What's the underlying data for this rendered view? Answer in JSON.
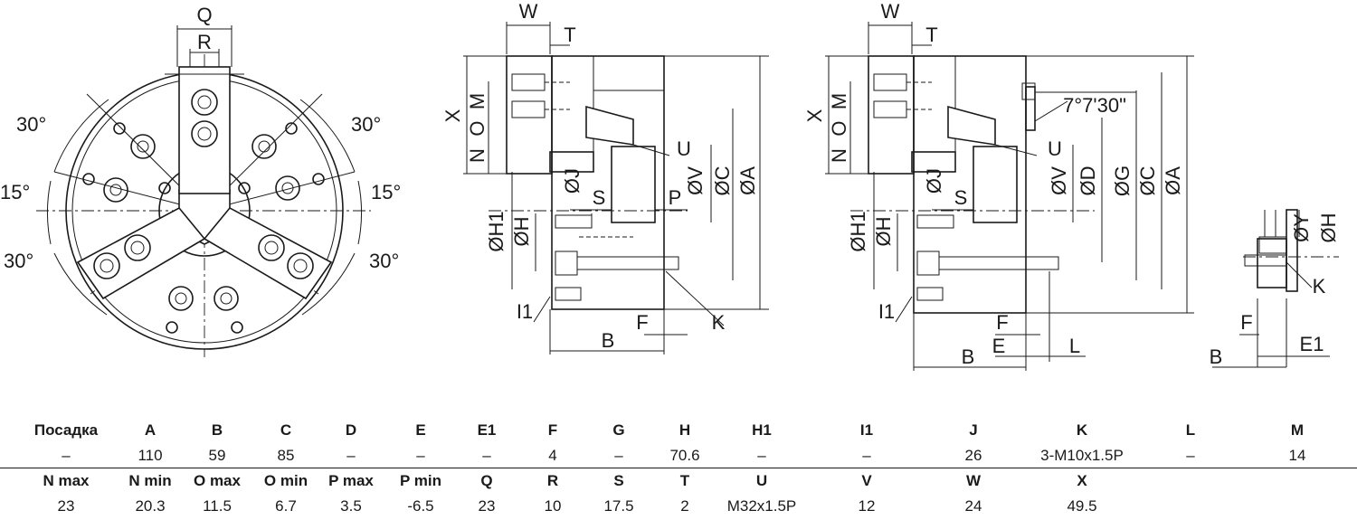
{
  "drawing": {
    "labels": {
      "Q": "Q",
      "R": "R",
      "W": "W",
      "T": "T",
      "X": "X",
      "M": "M",
      "O": "O",
      "N": "N",
      "J": "ØJ",
      "S": "S",
      "P": "P",
      "U": "U",
      "V": "ØV",
      "C": "ØC",
      "A": "ØA",
      "H1": "ØH1",
      "H": "ØH",
      "I1": "I1",
      "B": "B",
      "F": "F",
      "K": "K",
      "angle": "7°7'30\"",
      "D": "ØD",
      "G": "ØG",
      "E": "E",
      "L": "L",
      "Y": "ØY",
      "E1": "E1",
      "a30": "30°",
      "a15": "15°"
    }
  },
  "table": {
    "row1_headers": [
      "Посадка",
      "A",
      "B",
      "C",
      "D",
      "E",
      "E1",
      "F",
      "G",
      "H",
      "H1",
      "I1",
      "J",
      "K",
      "L",
      "M"
    ],
    "row1_values": [
      "–",
      "110",
      "59",
      "85",
      "–",
      "–",
      "–",
      "4",
      "–",
      "70.6",
      "–",
      "–",
      "26",
      "3-M10x1.5P",
      "–",
      "14"
    ],
    "row2_headers": [
      "N max",
      "N min",
      "O max",
      "O min",
      "P max",
      "P min",
      "Q",
      "R",
      "S",
      "T",
      "U",
      "V",
      "W",
      "X"
    ],
    "row2_values": [
      "23",
      "20.3",
      "11.5",
      "6.7",
      "3.5",
      "-6.5",
      "23",
      "10",
      "17.5",
      "2",
      "M32x1.5P",
      "12",
      "24",
      "49.5"
    ]
  }
}
